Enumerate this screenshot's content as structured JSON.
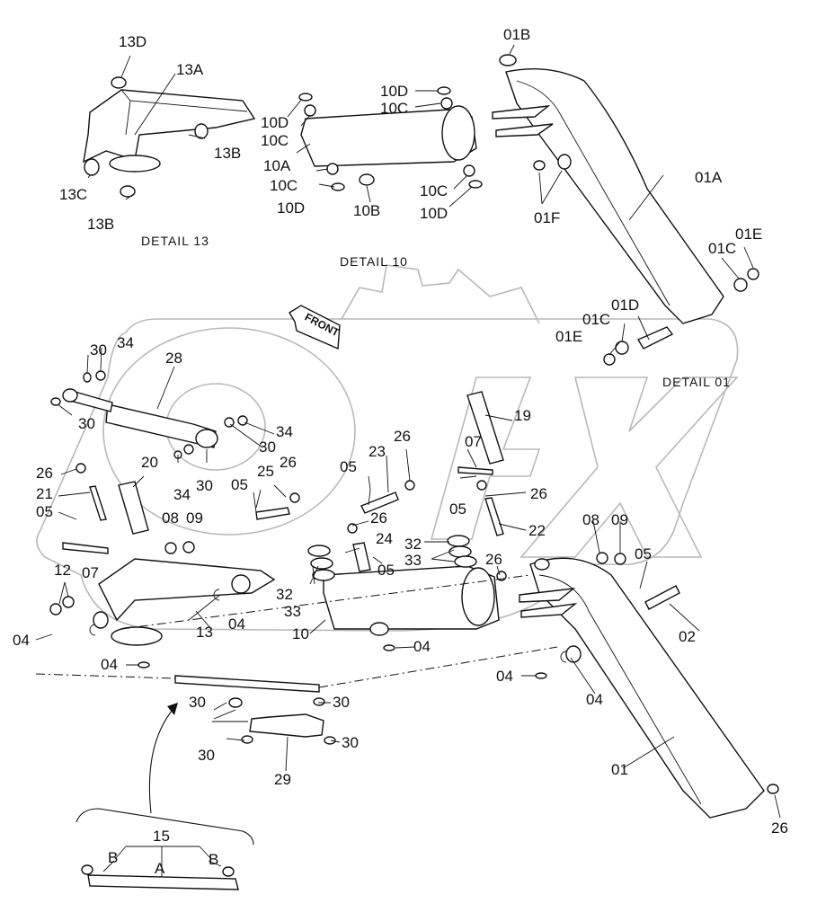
{
  "diagram": {
    "type": "exploded-parts-diagram",
    "watermark": "OPEX",
    "front_marker": "FRONT",
    "details": [
      {
        "id": "detail-13",
        "label": "DETAIL 13"
      },
      {
        "id": "detail-10",
        "label": "DETAIL 10"
      },
      {
        "id": "detail-01",
        "label": "DETAIL 01"
      }
    ],
    "callouts": {
      "d13": [
        "13D",
        "13A",
        "13B",
        "13C",
        "13B"
      ],
      "d10": [
        "10D",
        "10C",
        "10D",
        "10C",
        "10A",
        "10C",
        "10D",
        "10B",
        "10C",
        "10D"
      ],
      "d01": [
        "01B",
        "01A",
        "01F",
        "01C",
        "01E",
        "01D",
        "01C",
        "01E"
      ],
      "main": [
        "30",
        "34",
        "28",
        "30",
        "34",
        "30",
        "34",
        "30",
        "26",
        "20",
        "21",
        "05",
        "25",
        "26",
        "05",
        "23",
        "26",
        "05",
        "07",
        "19",
        "26",
        "08",
        "09",
        "07",
        "12",
        "05",
        "22",
        "26",
        "24",
        "32",
        "33",
        "05",
        "08",
        "09",
        "05",
        "32",
        "33",
        "26",
        "13",
        "04",
        "04",
        "10",
        "04",
        "02",
        "04",
        "04",
        "04",
        "30",
        "30",
        "30",
        "30",
        "29",
        "01",
        "26"
      ],
      "inset": [
        "15",
        "B",
        "A",
        "B"
      ]
    }
  }
}
